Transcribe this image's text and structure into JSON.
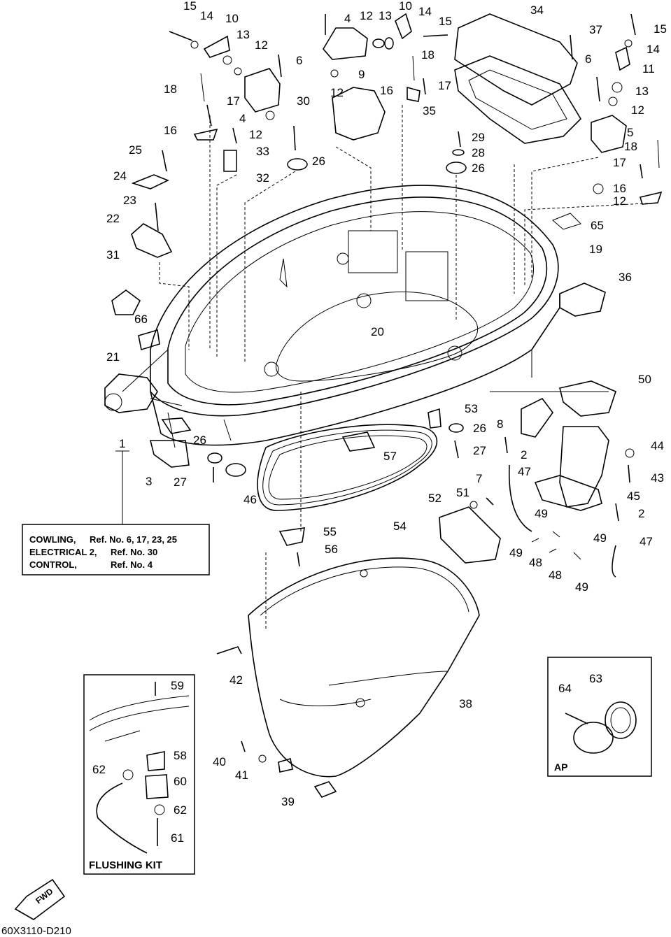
{
  "callouts": [
    "15",
    "14",
    "10",
    "13",
    "12",
    "6",
    "4",
    "12",
    "13",
    "10",
    "14",
    "15",
    "34",
    "37",
    "15",
    "14",
    "11",
    "18",
    "6",
    "18",
    "12",
    "9",
    "16",
    "17",
    "13",
    "12",
    "17",
    "4",
    "12",
    "30",
    "35",
    "29",
    "28",
    "26",
    "5",
    "18",
    "16",
    "33",
    "26",
    "17",
    "25",
    "24",
    "32",
    "23",
    "16",
    "12",
    "22",
    "65",
    "31",
    "19",
    "36",
    "66",
    "20",
    "21",
    "50",
    "53",
    "8",
    "26",
    "1",
    "26",
    "27",
    "2",
    "44",
    "57",
    "27",
    "47",
    "43",
    "3",
    "7",
    "51",
    "52",
    "45",
    "46",
    "2",
    "54",
    "49",
    "49",
    "47",
    "55",
    "49",
    "48",
    "56",
    "48",
    "49",
    "42",
    "38",
    "59",
    "63",
    "64",
    "58",
    "40",
    "62",
    "60",
    "41",
    "62",
    "39",
    "61"
  ],
  "note_box": {
    "line1_a": "COWLING,",
    "line1_b": "Ref. No. 6, 17, 23, 25",
    "line2_a": "ELECTRICAL 2,",
    "line2_b": "Ref. No. 30",
    "line3_a": "CONTROL,",
    "line3_b": "Ref. No. 4"
  },
  "flushing_kit_label": "FLUSHING KIT",
  "ap_label": "AP",
  "fwd_label": "FWD",
  "drawing_code": "60X3110-D210"
}
